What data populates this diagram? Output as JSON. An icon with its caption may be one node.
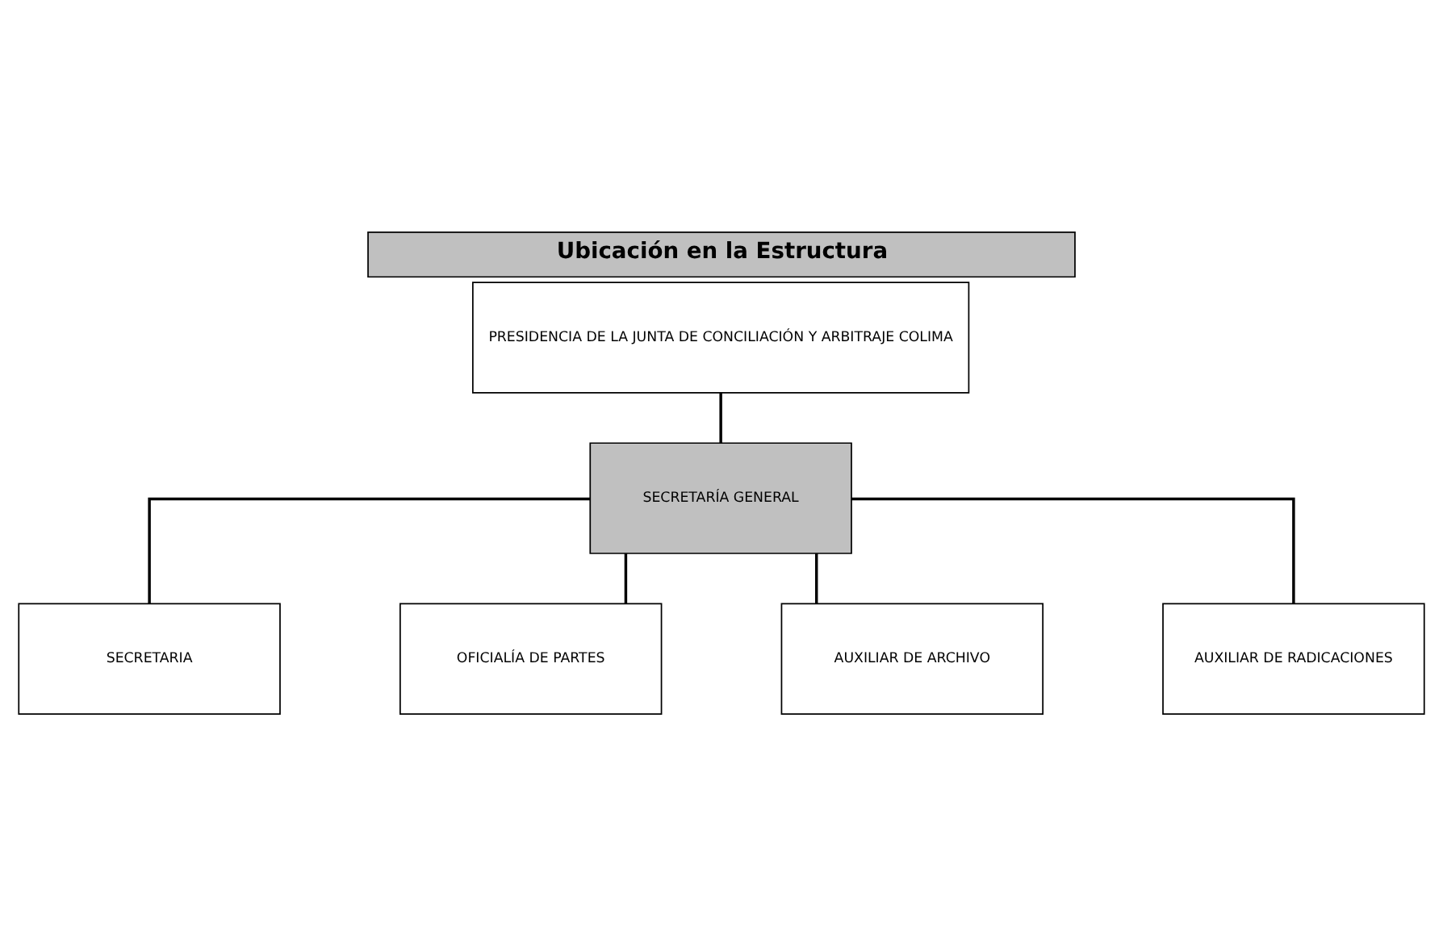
{
  "diagram": {
    "title": "Ubicación en la Estructura",
    "nodes": [
      {
        "text": [
          "PRESIDENCIA DE LA JUNTA DE CONCILIACIÓN Y ARBITRAJE COLIMA"
        ]
      },
      {
        "text": [
          "SECRETARÍA GENERAL"
        ]
      },
      {
        "text": [
          "SECRETARIA"
        ]
      },
      {
        "text": [
          "OFICIALÍA DE PARTES"
        ]
      },
      {
        "text": [
          "AUXILIAR DE ARCHIVO"
        ]
      },
      {
        "text": [
          "AUXILIAR DE RADICACIONES"
        ]
      }
    ],
    "edges": [
      {
        "from": 0,
        "to": 1,
        "arrow": "none"
      },
      {
        "from": 1,
        "to": 2,
        "arrow": "none"
      },
      {
        "from": 1,
        "to": 3,
        "arrow": "none"
      },
      {
        "from": 1,
        "to": 4,
        "arrow": "none"
      },
      {
        "from": 1,
        "to": 5,
        "arrow": "none"
      }
    ]
  }
}
